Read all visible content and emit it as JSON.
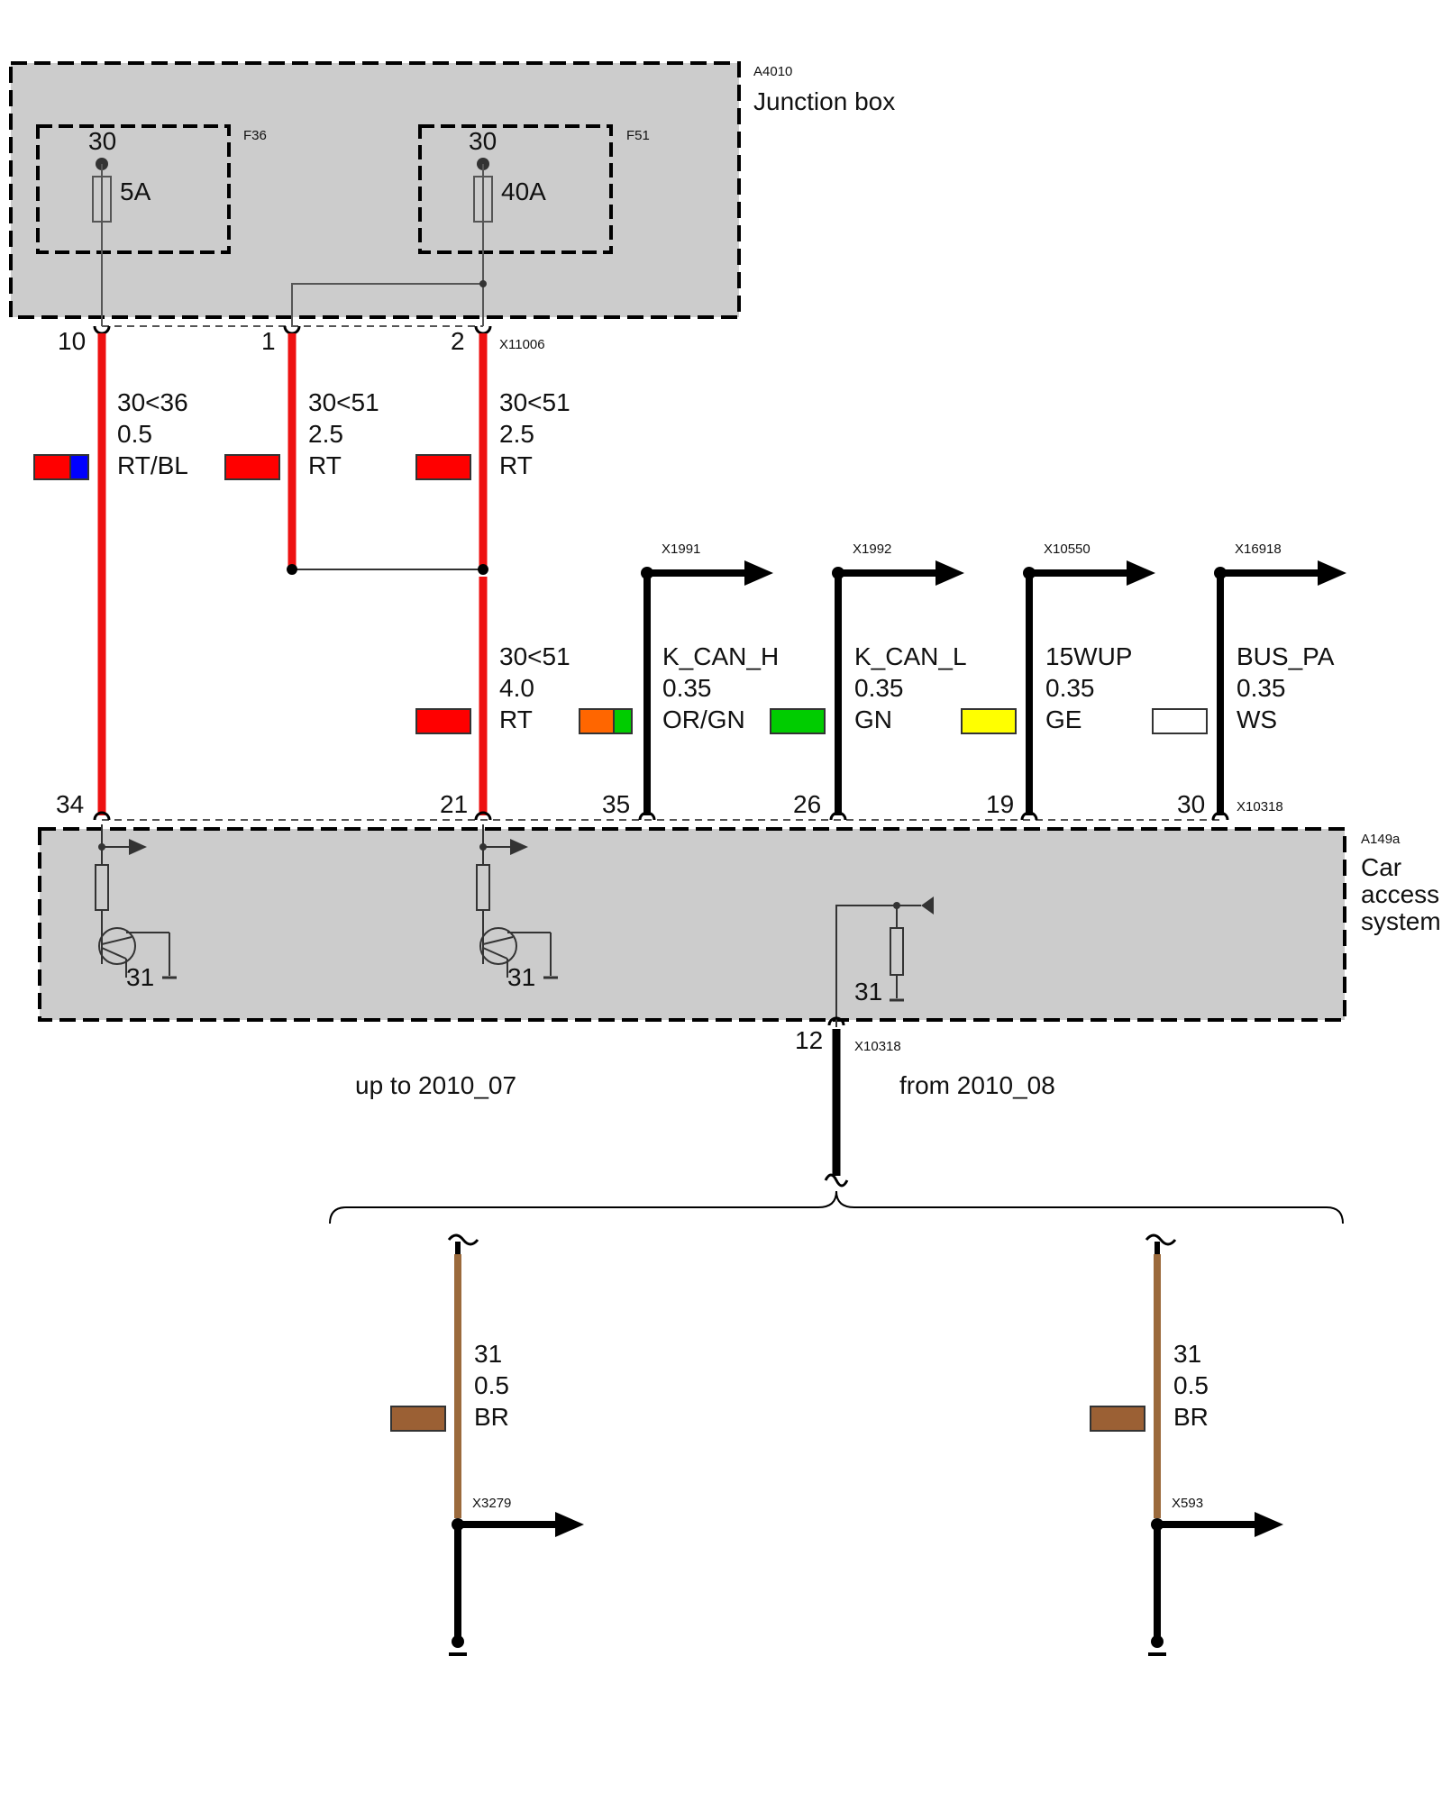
{
  "junction_box": {
    "id": "A4010",
    "name": "Junction box",
    "fuses": [
      {
        "id": "F36",
        "terminal": "30",
        "rating": "5A"
      },
      {
        "id": "F51",
        "terminal": "30",
        "rating": "40A"
      }
    ],
    "connector": "X11006",
    "pins": [
      "10",
      "1",
      "2"
    ]
  },
  "wires_top": [
    {
      "signal": "30<36",
      "gauge": "0.5",
      "color_code": "RT/BL",
      "swatch": [
        "#ff0000",
        "#0000ff"
      ]
    },
    {
      "signal": "30<51",
      "gauge": "2.5",
      "color_code": "RT",
      "swatch": [
        "#ff0000"
      ]
    },
    {
      "signal": "30<51",
      "gauge": "2.5",
      "color_code": "RT",
      "swatch": [
        "#ff0000"
      ]
    }
  ],
  "wires_mid": [
    {
      "signal": "30<51",
      "gauge": "4.0",
      "color_code": "RT",
      "swatch": [
        "#ff0000"
      ]
    },
    {
      "signal": "K_CAN_H",
      "gauge": "0.35",
      "color_code": "OR/GN",
      "swatch": [
        "#ff6600",
        "#00cc00"
      ],
      "connector": "X1991"
    },
    {
      "signal": "K_CAN_L",
      "gauge": "0.35",
      "color_code": "GN",
      "swatch": [
        "#00cc00"
      ],
      "connector": "X1992"
    },
    {
      "signal": "15WUP",
      "gauge": "0.35",
      "color_code": "GE",
      "swatch": [
        "#ffff00"
      ],
      "connector": "X10550"
    },
    {
      "signal": "BUS_PA",
      "gauge": "0.35",
      "color_code": "WS",
      "swatch": [
        "#ffffff"
      ],
      "connector": "X16918"
    }
  ],
  "car_access": {
    "id": "A149a",
    "name_lines": [
      "Car",
      "access",
      "system"
    ],
    "connector": "X10318",
    "pins": [
      "34",
      "21",
      "35",
      "26",
      "19",
      "30"
    ],
    "ground_labels": [
      "31",
      "31",
      "31"
    ],
    "bottom_pin": "12",
    "bottom_connector": "X10318"
  },
  "variants": {
    "left_label": "up to 2010_07",
    "right_label": "from 2010_08",
    "left": {
      "signal": "31",
      "gauge": "0.5",
      "color_code": "BR",
      "swatch": [
        "#9b6034"
      ],
      "connector": "X3279"
    },
    "right": {
      "signal": "31",
      "gauge": "0.5",
      "color_code": "BR",
      "swatch": [
        "#9b6034"
      ],
      "connector": "X593"
    }
  },
  "colors": {
    "red_wire": "#ee1111",
    "black_wire": "#000000",
    "brown_wire": "#9b6a3c",
    "box_fill": "#cccccc"
  }
}
